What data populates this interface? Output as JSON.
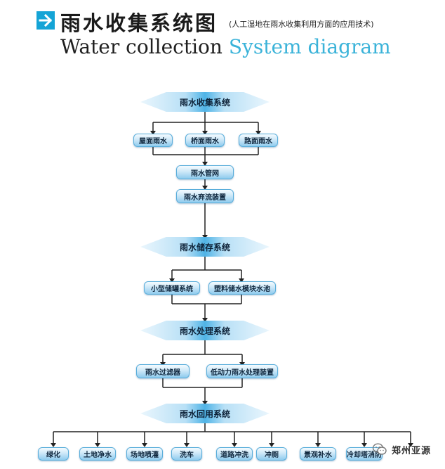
{
  "header": {
    "title_cn": "雨水收集系统图",
    "subtitle_cn": "(人工湿地在雨水收集利用方面的应用技术)",
    "title_en_part1": "Water collection ",
    "title_en_part2": "System diagram"
  },
  "colors": {
    "accent": "#14a4d6",
    "english_highlight": "#3bb3d9",
    "node_border": "#5aaedb"
  },
  "diagram": {
    "stages": [
      "雨水收集系统",
      "雨水储存系统",
      "雨水处理系统",
      "雨水回用系统"
    ],
    "collection_sources": [
      "屋面雨水",
      "桥面雨水",
      "路面雨水"
    ],
    "pipe_steps": [
      "雨水管网",
      "雨水弃流装置"
    ],
    "storage_options": [
      "小型储罐系统",
      "塑料储水模块水池"
    ],
    "treatment_options": [
      "雨水过滤器",
      "低动力雨水处理装置"
    ],
    "reuse_targets": [
      "绿化",
      "土地净水",
      "场地喷灌",
      "洗车",
      "道路冲洗",
      "冲厕",
      "景观补水",
      "冷却塔消防"
    ]
  },
  "watermark": {
    "icon": "wechat-icon",
    "text": "郑州亚源"
  }
}
